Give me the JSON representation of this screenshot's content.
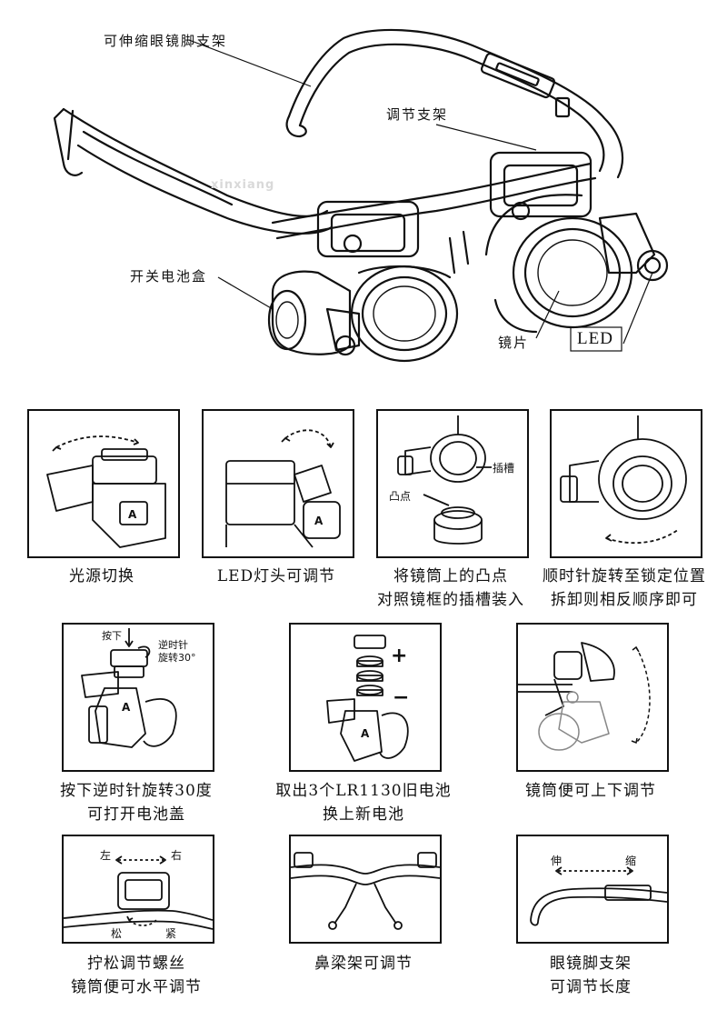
{
  "hero": {
    "labels": {
      "temple": "可伸缩眼镜脚支架",
      "bracket": "调节支架",
      "battery_box": "开关电池盒",
      "lens": "镜片",
      "led": "LED"
    },
    "watermark": "xinxiang"
  },
  "panels": [
    {
      "caption1": "光源切换",
      "caption2": ""
    },
    {
      "caption1": "LED灯头可调节",
      "caption2": ""
    },
    {
      "caption1": "将镜筒上的凸点",
      "caption2": "对照镜框的插槽装入",
      "labels": {
        "slot": "插槽",
        "bump": "凸点"
      }
    },
    {
      "caption1": "顺时针旋转至锁定位置",
      "caption2": "拆卸则相反顺序即可"
    },
    {
      "caption1": "按下逆时针旋转30度",
      "caption2": "可打开电池盖",
      "labels": {
        "press": "按下",
        "rotate1": "逆时针",
        "rotate2": "旋转30°"
      }
    },
    {
      "caption1": "取出3个LR1130旧电池",
      "caption2": "换上新电池",
      "labels": {
        "plus": "+",
        "minus": "−"
      }
    },
    {
      "caption1": "镜筒便可上下调节",
      "caption2": ""
    },
    {
      "caption1": "拧松调节螺丝",
      "caption2": "镜筒便可水平调节",
      "labels": {
        "left": "左",
        "right": "右",
        "loosen": "松",
        "tighten": "紧"
      }
    },
    {
      "caption1": "鼻梁架可调节",
      "caption2": ""
    },
    {
      "caption1": "眼镜脚支架",
      "caption2": "可调节长度",
      "labels": {
        "extend": "伸",
        "retract": "缩"
      }
    }
  ]
}
